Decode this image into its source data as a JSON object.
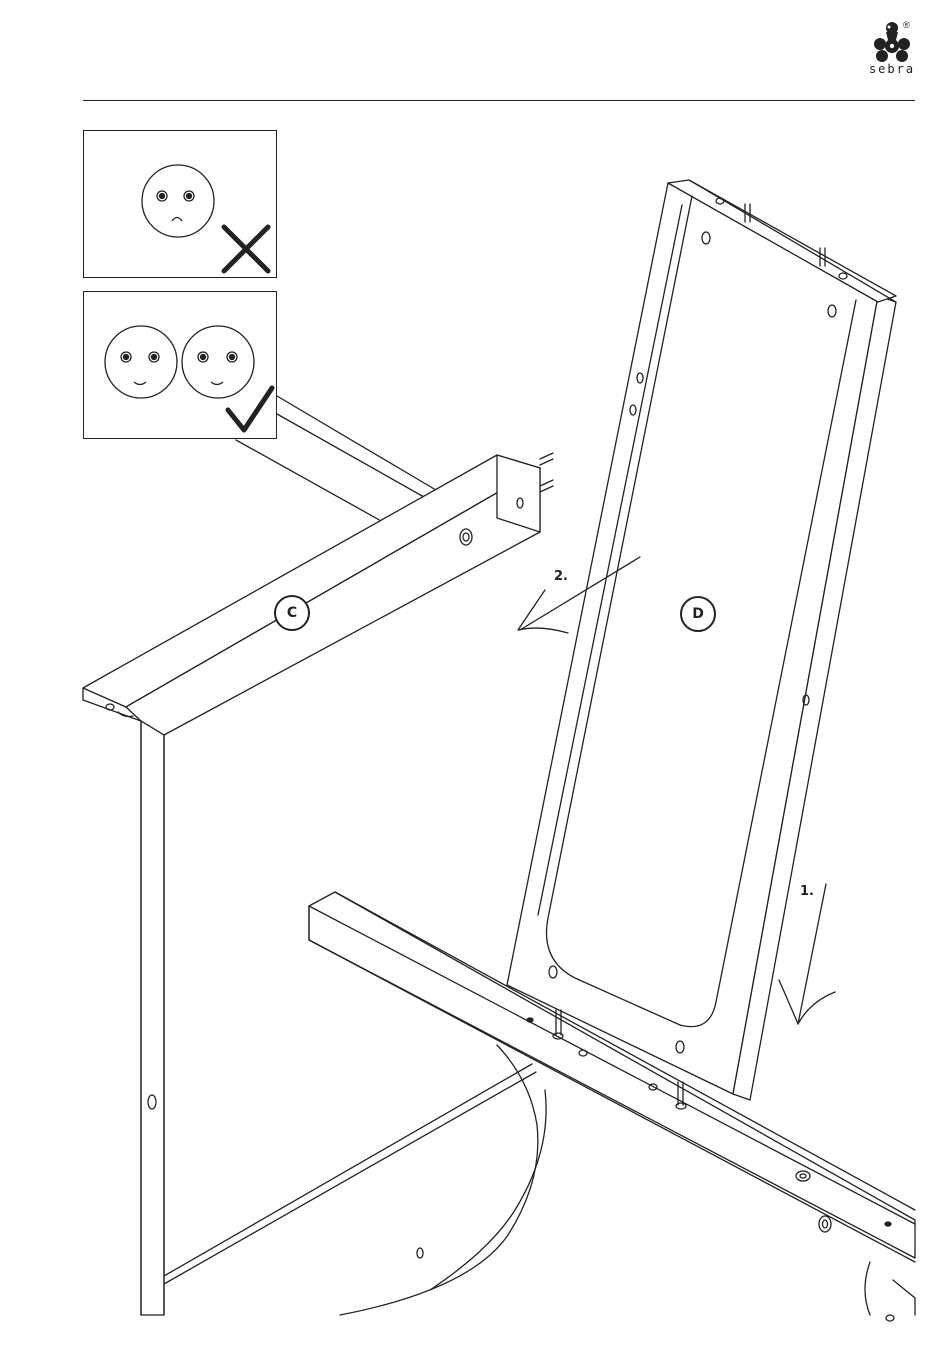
{
  "brand": {
    "name": "sebra",
    "registered_mark": "®"
  },
  "parts": {
    "c_label": "C",
    "d_label": "D"
  },
  "steps": {
    "step1": "1.",
    "step2": "2."
  },
  "hints": {
    "wrong_orientation_mark": "x-mark-icon",
    "correct_orientation_mark": "check-mark-icon"
  },
  "colors": {
    "ink": "#222222",
    "paper": "#ffffff"
  }
}
